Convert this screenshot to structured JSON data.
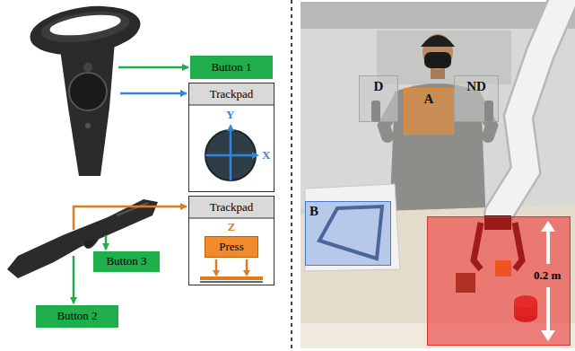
{
  "diagram": {
    "nodes": [
      {
        "text": [
          "Button 1"
        ]
      },
      {
        "text": [
          "Trackpad",
          "Y",
          "X"
        ]
      },
      {
        "text": [
          "Trackpad",
          "Z"
        ]
      },
      {
        "text": [
          "Press"
        ],
        "in": 2
      },
      {
        "text": [
          "Button 3"
        ]
      },
      {
        "text": [
          "Button 2"
        ]
      },
      {
        "text": [
          "D"
        ]
      },
      {
        "text": [
          "A"
        ]
      },
      {
        "text": [
          "ND"
        ]
      },
      {
        "text": [
          "B"
        ]
      },
      {
        "text": [
          "0.2 m"
        ]
      }
    ]
  }
}
